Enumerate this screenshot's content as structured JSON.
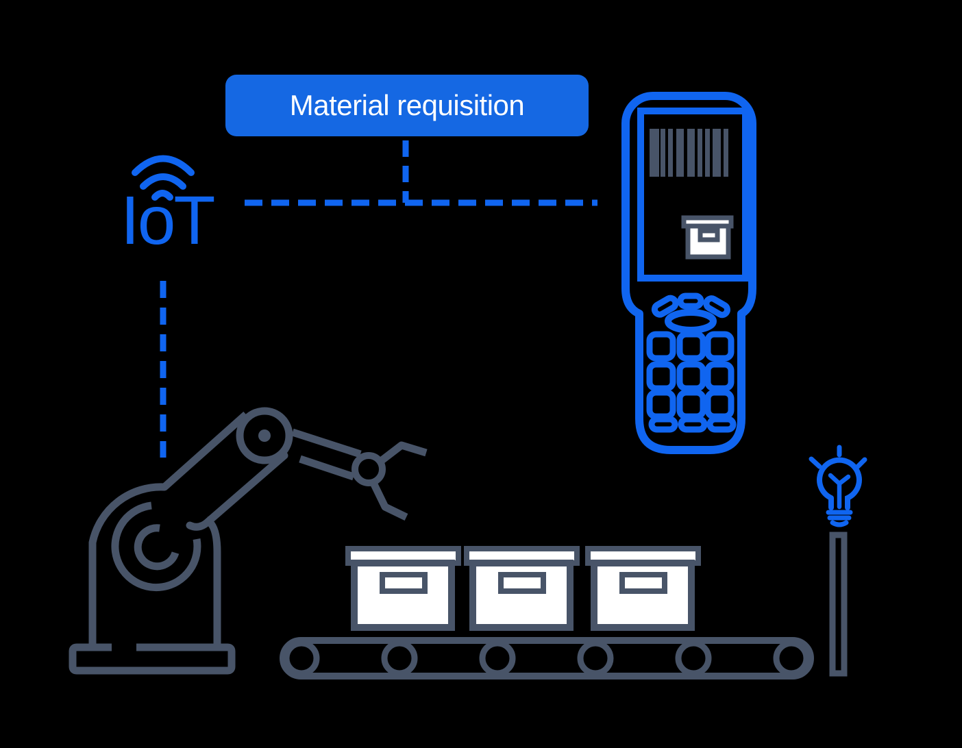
{
  "callout": {
    "label": "Material requisition"
  },
  "iot": {
    "label": "IoT"
  },
  "icons": {
    "wifi": "wifi-icon",
    "scanner": "barcode-scanner-icon",
    "scanner_screen_box": "box-icon",
    "robot_arm": "robot-arm-icon",
    "conveyor": "conveyor-belt-icon",
    "boxes_on_belt": 3,
    "lightbulb": "lightbulb-icon",
    "light_pole": "light-pole"
  },
  "colors": {
    "background": "#000000",
    "primary-blue": "#1065F0",
    "callout-blue": "#1568E3",
    "slate": "#485468",
    "white": "#ffffff"
  }
}
